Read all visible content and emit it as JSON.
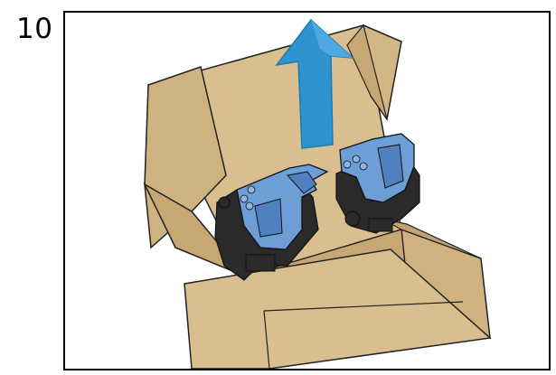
{
  "step": {
    "number": "10"
  },
  "illustration": {
    "icon": "box-unpacking-illustration",
    "arrow_direction": "up",
    "colors": {
      "cardboard": "#d9bf8f",
      "cardboard_dark": "#c7a774",
      "cardboard_shadow": "#bb9a66",
      "outline": "#222222",
      "part_blue": "#6e9ed6",
      "part_blue_dark": "#4f80bf",
      "part_black": "#2a2a2a",
      "arrow_blue": "#2f93d0",
      "arrow_blue_dark": "#1f79b2"
    }
  }
}
